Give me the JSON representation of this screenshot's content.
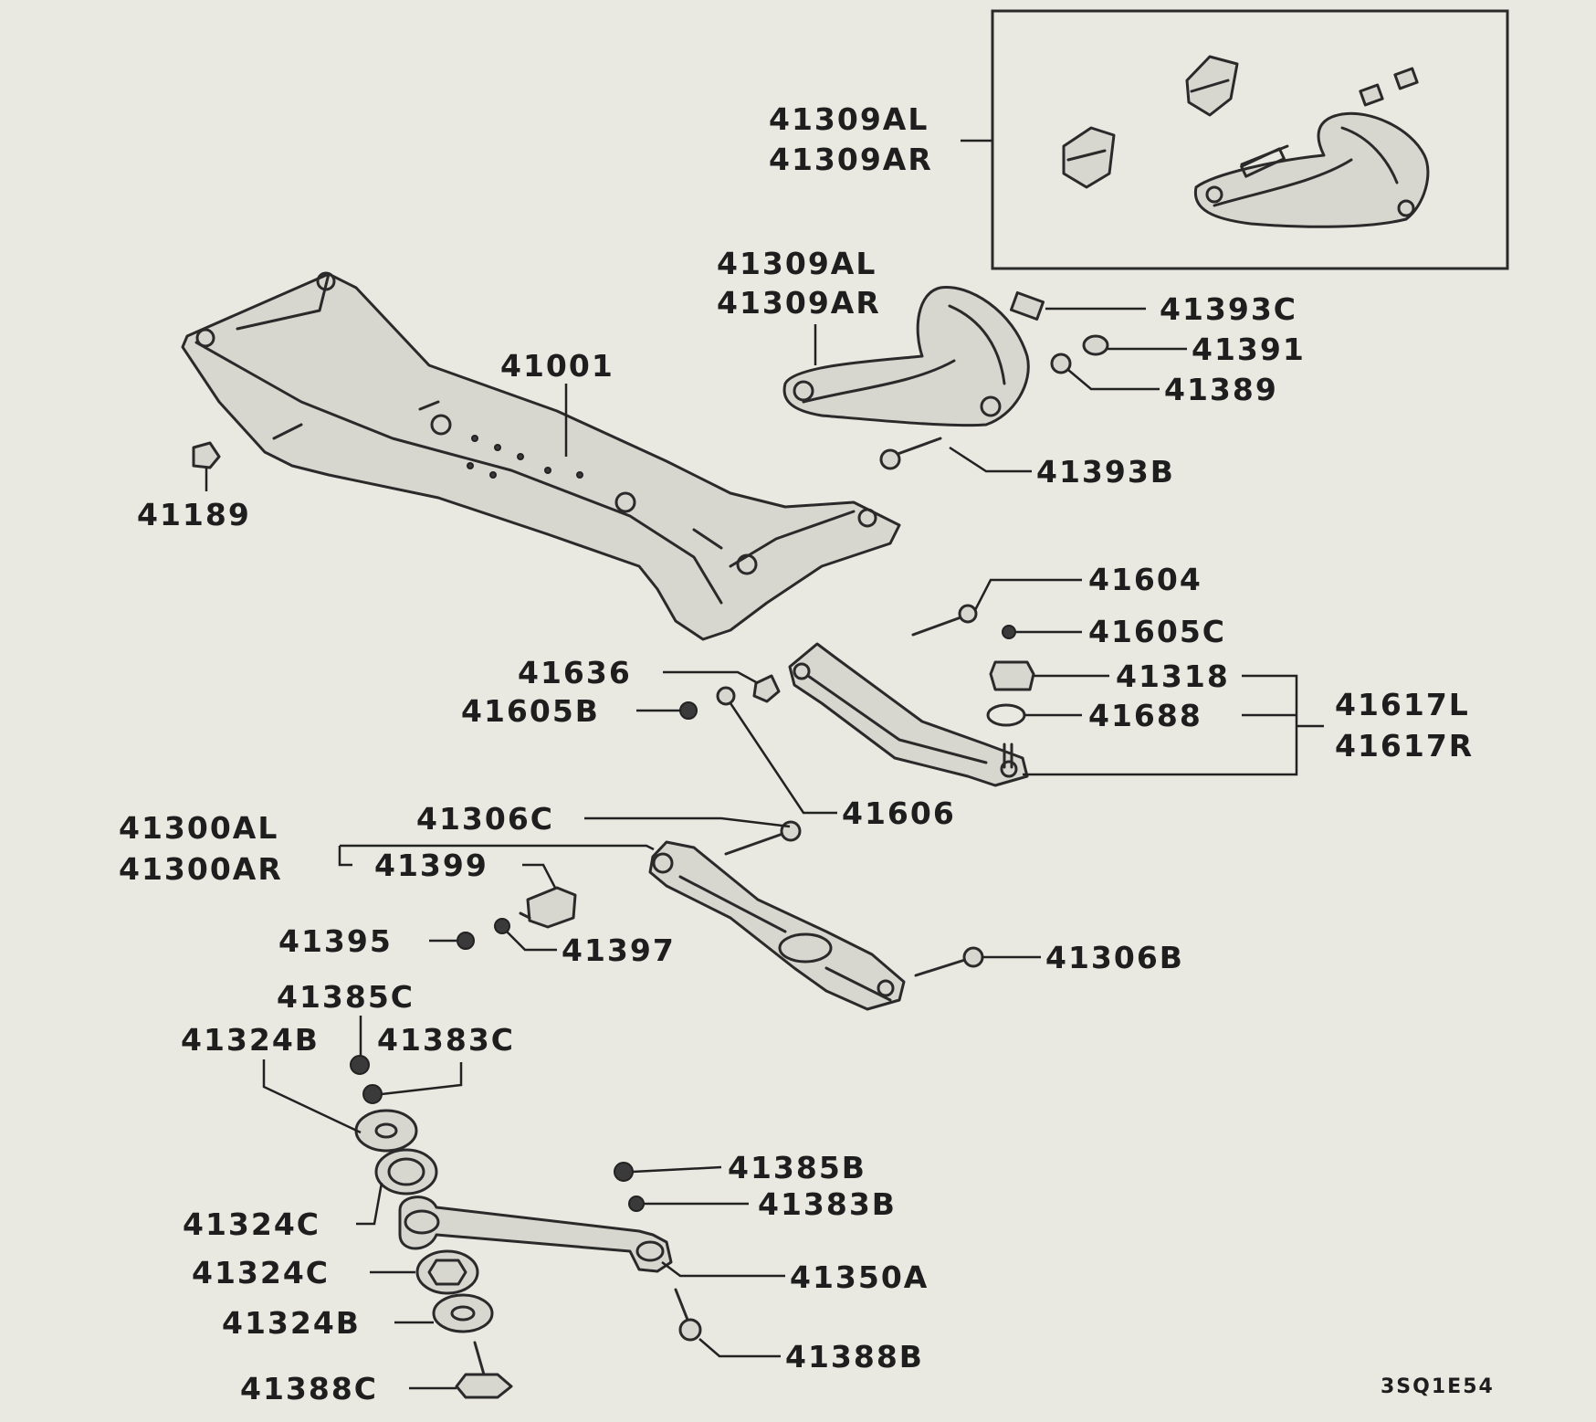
{
  "labels": {
    "p41309AL_inset": "41309AL",
    "p41309AR_inset": "41309AR",
    "p41309AL": "41309AL",
    "p41309AR": "41309AR",
    "p41393C": "41393C",
    "p41391": "41391",
    "p41389": "41389",
    "p41393B": "41393B",
    "p41001": "41001",
    "p41189": "41189",
    "p41604": "41604",
    "p41605C": "41605C",
    "p41636": "41636",
    "p41318": "41318",
    "p41605B": "41605B",
    "p41688": "41688",
    "p41617L": "41617L",
    "p41617R": "41617R",
    "p41606": "41606",
    "p41306C": "41306C",
    "p41300AL": "41300AL",
    "p41300AR": "41300AR",
    "p41399": "41399",
    "p41395": "41395",
    "p41397": "41397",
    "p41306B": "41306B",
    "p41385C": "41385C",
    "p41324B_top": "41324B",
    "p41383C": "41383C",
    "p41385B": "41385B",
    "p41383B": "41383B",
    "p41324C_a": "41324C",
    "p41350A": "41350A",
    "p41324C_b": "41324C",
    "p41324B_bottom": "41324B",
    "p41388B": "41388B",
    "p41388C": "41388C"
  },
  "diagram_code": "3SQ1E54"
}
